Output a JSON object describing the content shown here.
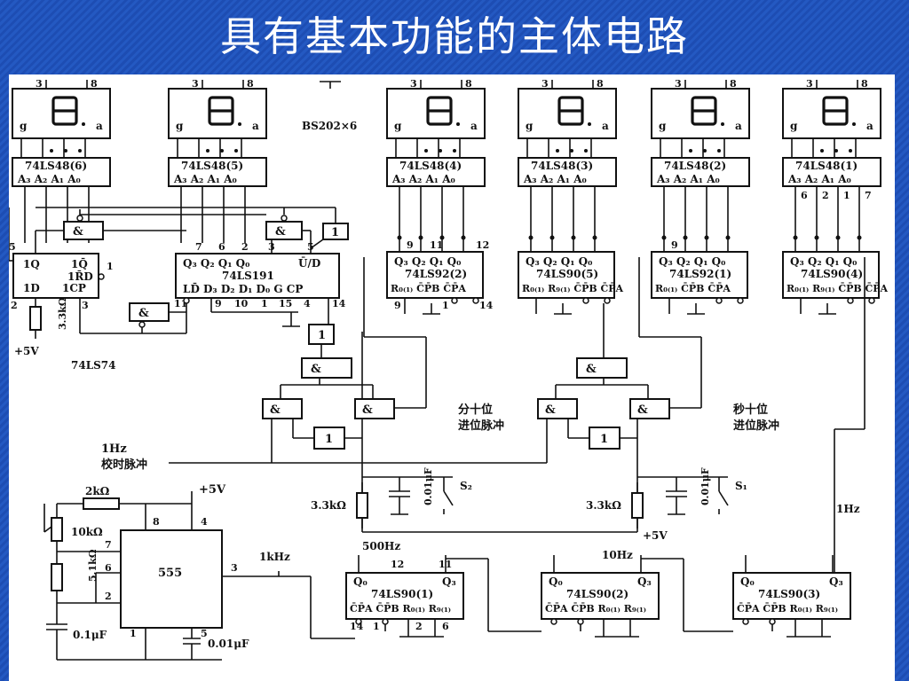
{
  "slide": {
    "title": "具有基本功能的主体电路"
  },
  "displays": {
    "model_label": "BS202×6",
    "items": [
      {
        "pin_left": "3",
        "pin_right": "8",
        "seg_g": "g",
        "seg_a": "a"
      },
      {
        "pin_left": "3",
        "pin_right": "8",
        "seg_g": "g",
        "seg_a": "a"
      },
      {
        "pin_left": "3",
        "pin_right": "8",
        "seg_g": "g",
        "seg_a": "a"
      },
      {
        "pin_left": "3",
        "pin_right": "8",
        "seg_g": "g",
        "seg_a": "a"
      },
      {
        "pin_left": "3",
        "pin_right": "8",
        "seg_g": "g",
        "seg_a": "a"
      },
      {
        "pin_left": "3",
        "pin_right": "8",
        "seg_g": "g",
        "seg_a": "a"
      }
    ]
  },
  "decoders": [
    {
      "name": "74LS48(6)",
      "inputs": "A₃ A₂ A₁ A₀"
    },
    {
      "name": "74LS48(5)",
      "inputs": "A₃ A₂ A₁ A₀"
    },
    {
      "name": "74LS48(4)",
      "inputs": "A₃ A₂ A₁ A₀"
    },
    {
      "name": "74LS48(3)",
      "inputs": "A₃ A₂ A₁ A₀"
    },
    {
      "name": "74LS48(2)",
      "inputs": "A₃ A₂ A₁ A₀"
    },
    {
      "name": "74LS48(1)",
      "inputs": "A₃ A₂ A₁ A₀"
    }
  ],
  "decoder1_pins": [
    "6",
    "2",
    "1",
    "7"
  ],
  "ff": {
    "name": "74LS74",
    "q": "1Q",
    "qbar": "1Q̄",
    "rd": "1R̄D",
    "d": "1D",
    "cp": "1CP",
    "pin5": "5",
    "pin1": "1",
    "pin2": "2",
    "pin3": "3",
    "resistor": "3.3kΩ",
    "supply": "+5V"
  },
  "u191": {
    "name": "74LS191",
    "outputs": "Q₃ Q₂ Q₁ Q₀",
    "ud": "Ū/D",
    "inputs": "LD̄ D₃ D₂ D₁ D₀ G CP",
    "top_pins": [
      "7",
      "6",
      "2",
      "3"
    ],
    "pin5": "5",
    "bottom_pins": [
      "11",
      "9",
      "10",
      "1",
      "15",
      "4",
      "14"
    ]
  },
  "counters": [
    {
      "name": "74LS92(2)",
      "outputs": "Q₃ Q₂ Q₁ Q₀",
      "inputs": "R₀₍₁₎ C̄P̄B C̄P̄A",
      "pins_top": [
        "9",
        "11",
        "12"
      ],
      "pins_bottom": [
        "9",
        "1",
        "14"
      ]
    },
    {
      "name": "74LS90(5)",
      "outputs": "Q₃ Q₂ Q₁ Q₀",
      "inputs": "R₀₍₁₎ R₉₍₁₎ C̄P̄B C̄P̄A",
      "pins_top": [],
      "pins_bottom": []
    },
    {
      "name": "74LS92(1)",
      "outputs": "Q₃ Q₂ Q₁ Q₀",
      "inputs": "R₀₍₁₎ C̄P̄B C̄P̄A",
      "pins_top": [
        "9"
      ],
      "pins_bottom": []
    },
    {
      "name": "74LS90(4)",
      "outputs": "Q₃ Q₂ Q₁ Q₀",
      "inputs": "R₀₍₁₎ R₉₍₁₎ C̄P̄B C̄P̄A",
      "pins_top": [],
      "pins_bottom": []
    }
  ],
  "gate_labels": {
    "and": "&",
    "not": "1"
  },
  "notes": {
    "min_carry_1": "分十位",
    "min_carry_2": "进位脉冲",
    "sec_carry_1": "秒十位",
    "sec_carry_2": "进位脉冲",
    "clk_1": "1Hz",
    "clk_2": "校时脉冲",
    "hz1": "1Hz",
    "hz500": "500Hz",
    "hz10": "10Hz",
    "khz1": "1kHz"
  },
  "switches": [
    {
      "r": "3.3kΩ",
      "c": "0.01μF",
      "s": "S₂"
    },
    {
      "r": "3.3kΩ",
      "c": "0.01μF",
      "s": "S₁",
      "supply": "+5V"
    }
  ],
  "timer": {
    "name": "555",
    "r1": "2kΩ",
    "r2": "10kΩ",
    "r3": "5.1kΩ",
    "c1": "0.1μF",
    "c2": "0.01μF",
    "supply": "+5V",
    "pins": {
      "p8": "8",
      "p4": "4",
      "p7": "7",
      "p6": "6",
      "p2": "2",
      "p1": "1",
      "p5": "5",
      "p3": "3"
    }
  },
  "dividers": [
    {
      "name": "74LS90(1)",
      "q0": "Q₀",
      "q3": "Q₃",
      "inputs": "C̄P̄A C̄P̄B R₀₍₁₎ R₉₍₁₎",
      "pins": [
        "12",
        "11",
        "14",
        "1",
        "2",
        "6"
      ]
    },
    {
      "name": "74LS90(2)",
      "q0": "Q₀",
      "q3": "Q₃",
      "inputs": "C̄P̄A C̄P̄B R₀₍₁₎ R₉₍₁₎",
      "pins": []
    },
    {
      "name": "74LS90(3)",
      "q0": "Q₀",
      "q3": "Q₃",
      "inputs": "C̄P̄A C̄P̄B R₀₍₁₎ R₉₍₁₎",
      "pins": []
    }
  ]
}
